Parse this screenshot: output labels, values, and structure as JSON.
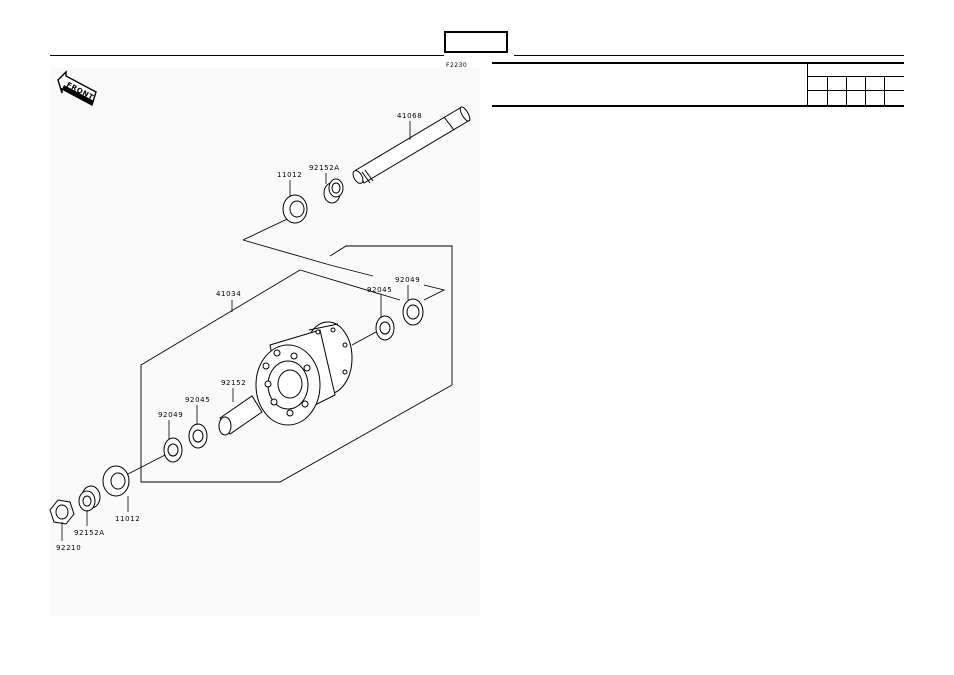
{
  "header": {
    "page_box_label": "",
    "figure_code": "F2230"
  },
  "front_badge": "FRONT",
  "parts": {
    "axle": "41068",
    "axle_collar_top": "92152A",
    "axle_seal_top": "11012",
    "hub": "41034",
    "bearing_right": "92045",
    "oil_seal_right": "92049",
    "distance_collar": "92152",
    "bearing_left": "92045",
    "oil_seal_left": "92049",
    "seal_left": "11012",
    "collar_left": "92152A",
    "axle_nut": "92210"
  },
  "table": {
    "title": "",
    "grid_rows": 2,
    "grid_cols": 5
  }
}
